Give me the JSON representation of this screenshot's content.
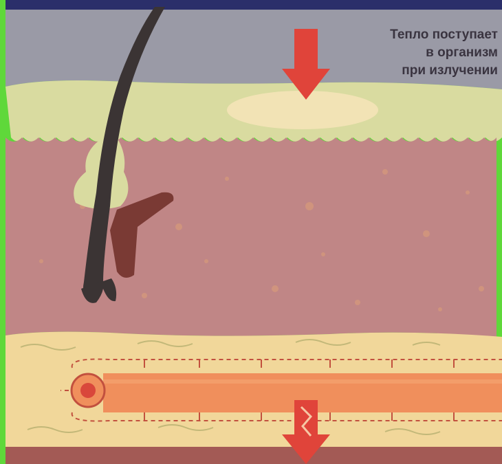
{
  "caption": {
    "lines": [
      "Тепло поступает",
      "в организм",
      "при излучении"
    ]
  },
  "colors": {
    "frame": "#5fd83a",
    "air": "#9a9aa6",
    "epidermis": "#d9dba0",
    "dermis": "#c08686",
    "fat_layer": "#f1d79a",
    "muscle": "#a35a55",
    "hair": "#3b3434",
    "gland": "#7a3a34",
    "vessel": "#f08f5c",
    "arrow": "#e0443a"
  },
  "icons": {
    "incoming_heat": "down-arrow-icon",
    "outgoing_heat": "down-arrow-icon"
  }
}
